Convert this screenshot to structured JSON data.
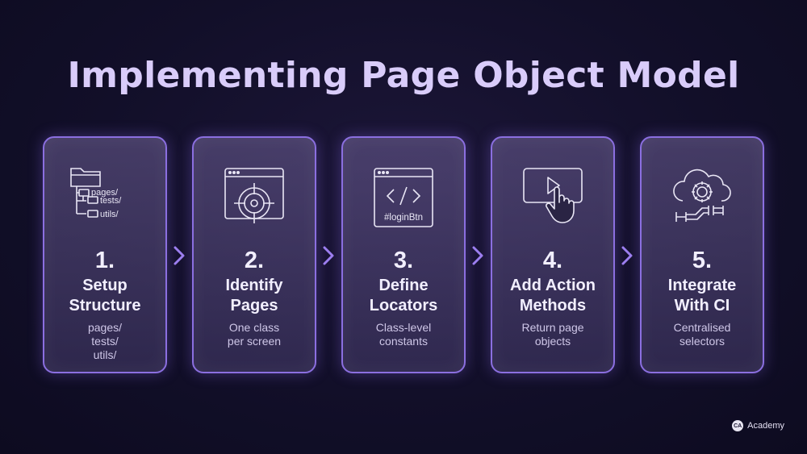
{
  "title": "Implementing Page Object Model",
  "steps": [
    {
      "number": "1.",
      "heading_line1": "Setup",
      "heading_line2": "Structure",
      "desc_line1": "pages/",
      "desc_line2": "tests/",
      "desc_line3": "utils/",
      "icon": "folder-tree-icon",
      "icon_labels": [
        "pages/",
        "tests/",
        "utils/"
      ]
    },
    {
      "number": "2.",
      "heading_line1": "Identify",
      "heading_line2": "Pages",
      "desc_line1": "One class",
      "desc_line2": "per screen",
      "icon": "browser-target-icon"
    },
    {
      "number": "3.",
      "heading_line1": "Define",
      "heading_line2": "Locators",
      "desc_line1": "Class-level",
      "desc_line2": "constants",
      "icon": "code-window-icon",
      "icon_label": "#loginBtn"
    },
    {
      "number": "4.",
      "heading_line1": "Add Action",
      "heading_line2": "Methods",
      "desc_line1": "Return page",
      "desc_line2": "objects",
      "icon": "play-click-icon"
    },
    {
      "number": "5.",
      "heading_line1": "Integrate",
      "heading_line2": "With CI",
      "desc_line1": "Centralised",
      "desc_line2": "selectors",
      "icon": "cloud-gear-pipeline-icon"
    }
  ],
  "brand": {
    "logo_text": "CA",
    "name": "Academy"
  },
  "colors": {
    "card_border": "#8b6fe0",
    "title": "#d9ccfa",
    "arrow": "#9d7ff0",
    "background": "#120f29"
  }
}
